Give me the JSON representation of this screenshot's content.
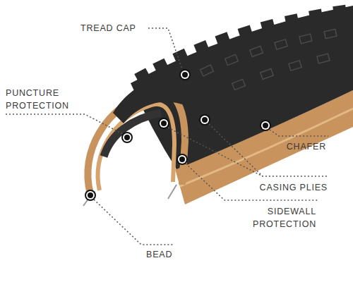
{
  "diagram": {
    "labels": [
      "TREAD CAP",
      "PUNCTURE PROTECTION",
      "CHAFER",
      "CASING PLIES",
      "SIDEWALL PROTECTION",
      "BEAD"
    ]
  }
}
